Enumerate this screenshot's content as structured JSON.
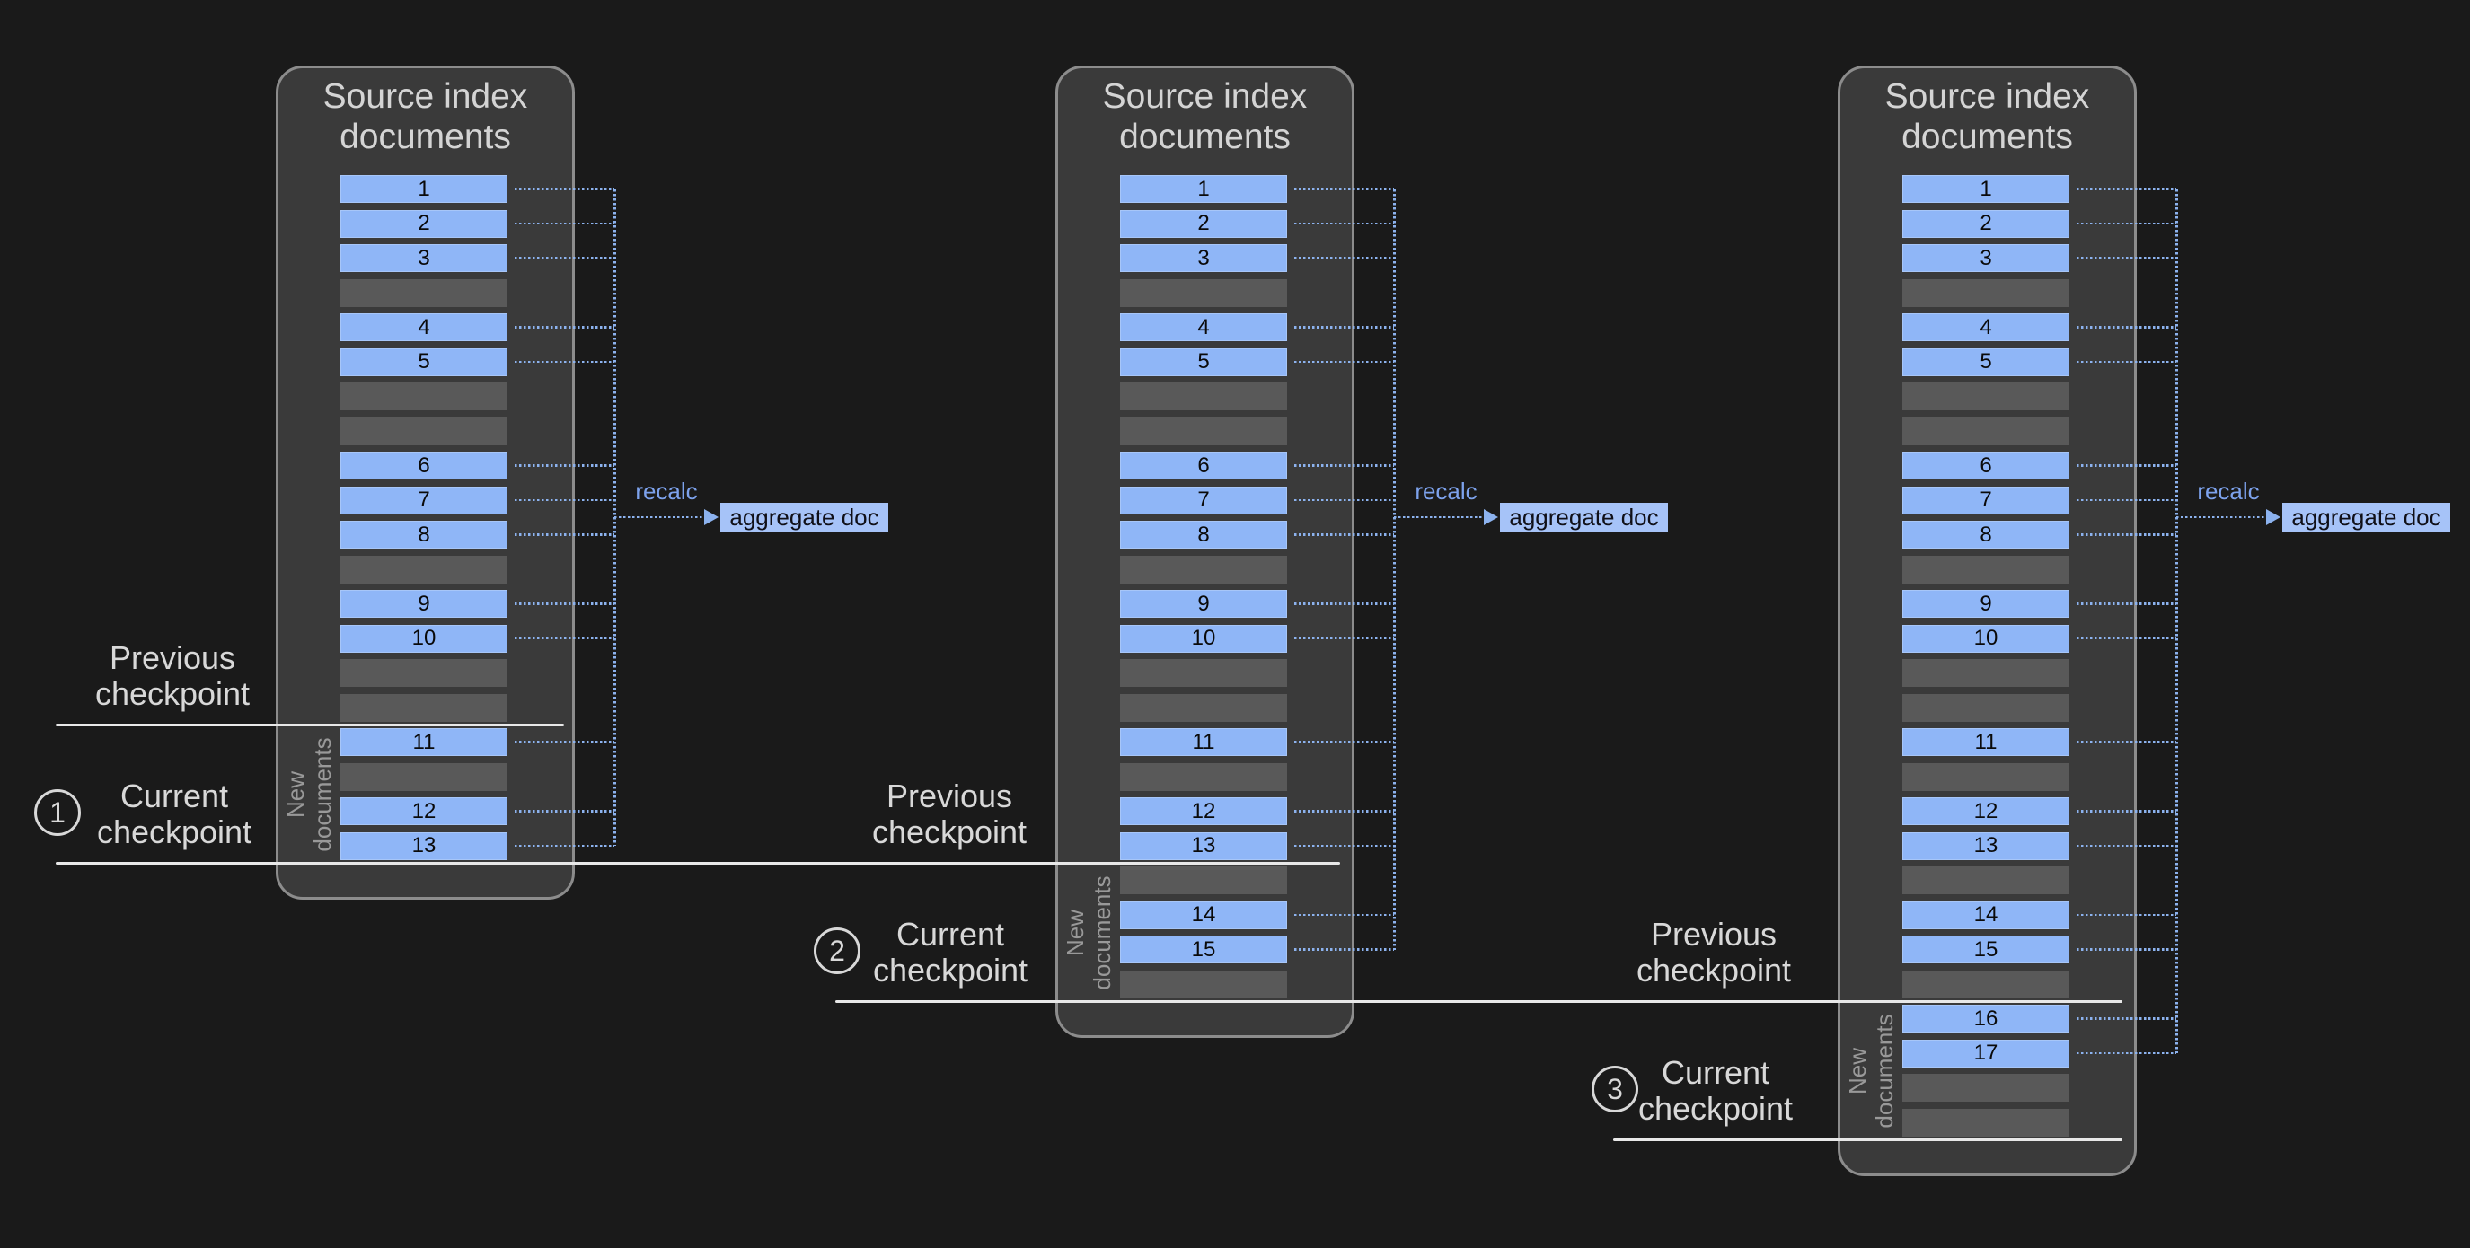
{
  "canvas": {
    "background": "#1a1a1a"
  },
  "colors": {
    "background": "#1a1a1a",
    "panel_fill": "#3a3a3a",
    "panel_border": "#8c8c8c",
    "doc_fill": "#8fb6f7",
    "doc_text": "#0a0a0a",
    "placeholder_fill": "#595959",
    "connector": "#8cb2ee",
    "recalc_text": "#7da2ec",
    "aggregate_fill": "#a6c3f8",
    "aggregate_text": "#101018",
    "checkpoint_line": "#e8e8e8",
    "label_text": "#d8d8d8",
    "title_text": "#d4d4d4",
    "side_label_text": "#999999"
  },
  "panels": [
    {
      "title_lines": [
        "Source index",
        "documents"
      ],
      "rows": [
        "1",
        "2",
        "3",
        "",
        "4",
        "5",
        "",
        "",
        "6",
        "7",
        "8",
        "",
        "9",
        "10",
        "",
        "",
        "11",
        "",
        "12",
        "13"
      ],
      "new_docs_start_index": 16,
      "side_label_lines": [
        "New",
        "documents"
      ],
      "recalc_label": "recalc",
      "aggregate_label": "aggregate doc",
      "previous_label_lines": [
        "Previous",
        "checkpoint"
      ],
      "current_label_lines": [
        "Current",
        "checkpoint"
      ],
      "badge": "1"
    },
    {
      "title_lines": [
        "Source index",
        "documents"
      ],
      "rows": [
        "1",
        "2",
        "3",
        "",
        "4",
        "5",
        "",
        "",
        "6",
        "7",
        "8",
        "",
        "9",
        "10",
        "",
        "",
        "11",
        "",
        "12",
        "13",
        "",
        "14",
        "15",
        ""
      ],
      "new_docs_start_index": 20,
      "side_label_lines": [
        "New",
        "documents"
      ],
      "recalc_label": "recalc",
      "aggregate_label": "aggregate doc",
      "previous_label_lines": [
        "Previous",
        "checkpoint"
      ],
      "current_label_lines": [
        "Current",
        "checkpoint"
      ],
      "badge": "2"
    },
    {
      "title_lines": [
        "Source index",
        "documents"
      ],
      "rows": [
        "1",
        "2",
        "3",
        "",
        "4",
        "5",
        "",
        "",
        "6",
        "7",
        "8",
        "",
        "9",
        "10",
        "",
        "",
        "11",
        "",
        "12",
        "13",
        "",
        "14",
        "15",
        "",
        "16",
        "17",
        "",
        ""
      ],
      "new_docs_start_index": 24,
      "side_label_lines": [
        "New",
        "documents"
      ],
      "recalc_label": "recalc",
      "aggregate_label": "aggregate doc",
      "previous_label_lines": [
        "Previous",
        "checkpoint"
      ],
      "current_label_lines": [
        "Current",
        "checkpoint"
      ],
      "badge": "3"
    }
  ]
}
